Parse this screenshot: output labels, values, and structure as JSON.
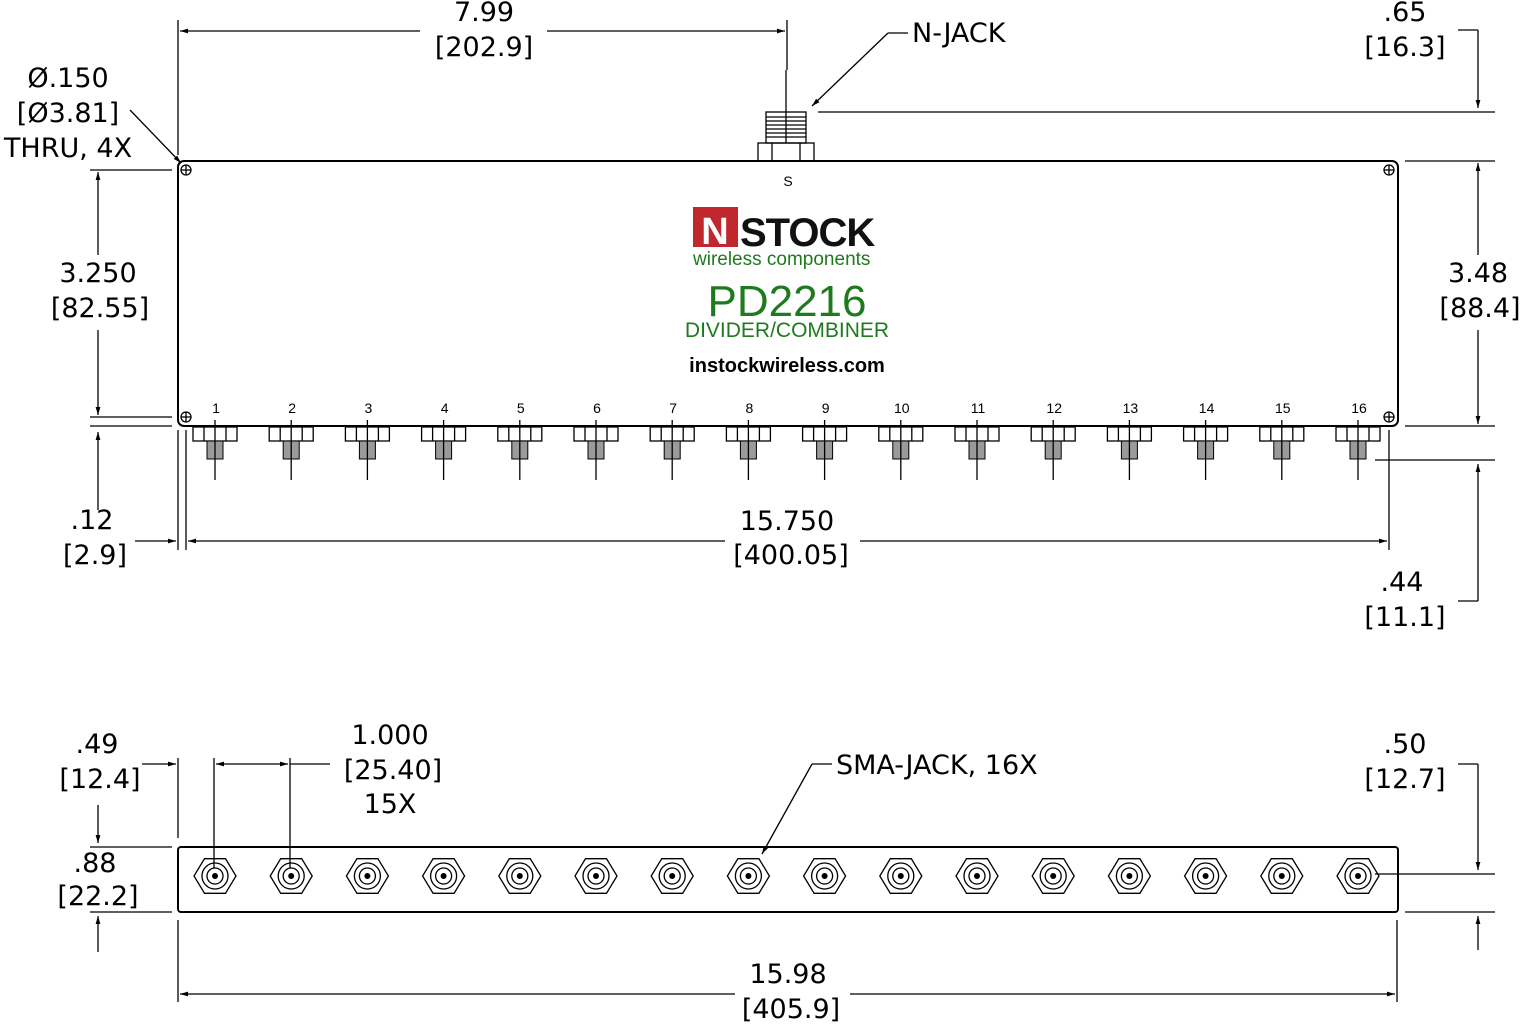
{
  "part": {
    "logo_letter": "N",
    "logo_word": "STOCK",
    "logo_tagline": "wireless components",
    "number": "PD2216",
    "description": "DIVIDER/COMBINER",
    "website": "instockwireless.com",
    "common_port_label": "S",
    "colors": {
      "brand_green": "#1f7a1f",
      "brand_red": "#c0282d"
    }
  },
  "ports": [
    "1",
    "2",
    "3",
    "4",
    "5",
    "6",
    "7",
    "8",
    "9",
    "10",
    "11",
    "12",
    "13",
    "14",
    "15",
    "16"
  ],
  "dimensions": {
    "top_overall": {
      "in": "7.99",
      "mm": "[202.9]"
    },
    "top_right": {
      "in": ".65",
      "mm": "[16.3]"
    },
    "hole": {
      "in": "Ø.150",
      "mm": "[Ø3.81]",
      "note": "THRU, 4X"
    },
    "hole_span_v": {
      "in": "3.250",
      "mm": "[82.55]"
    },
    "body_height": {
      "in": "3.48",
      "mm": "[88.4]"
    },
    "hole_offset": {
      "in": ".12",
      "mm": "[2.9]"
    },
    "hole_span_h": {
      "in": "15.750",
      "mm": "[400.05]"
    },
    "sma_length": {
      "in": ".44",
      "mm": "[11.1]"
    },
    "first_port": {
      "in": ".49",
      "mm": "[12.4]"
    },
    "pitch": {
      "in": "1.000",
      "mm": "[25.40]",
      "count": "15X"
    },
    "side_right": {
      "in": ".50",
      "mm": "[12.7]"
    },
    "thickness": {
      "in": ".88",
      "mm": "[22.2]"
    },
    "overall_length": {
      "in": "15.98",
      "mm": "[405.9]"
    }
  },
  "callouts": {
    "n_jack": "N-JACK",
    "sma_jack": "SMA-JACK, 16X"
  }
}
